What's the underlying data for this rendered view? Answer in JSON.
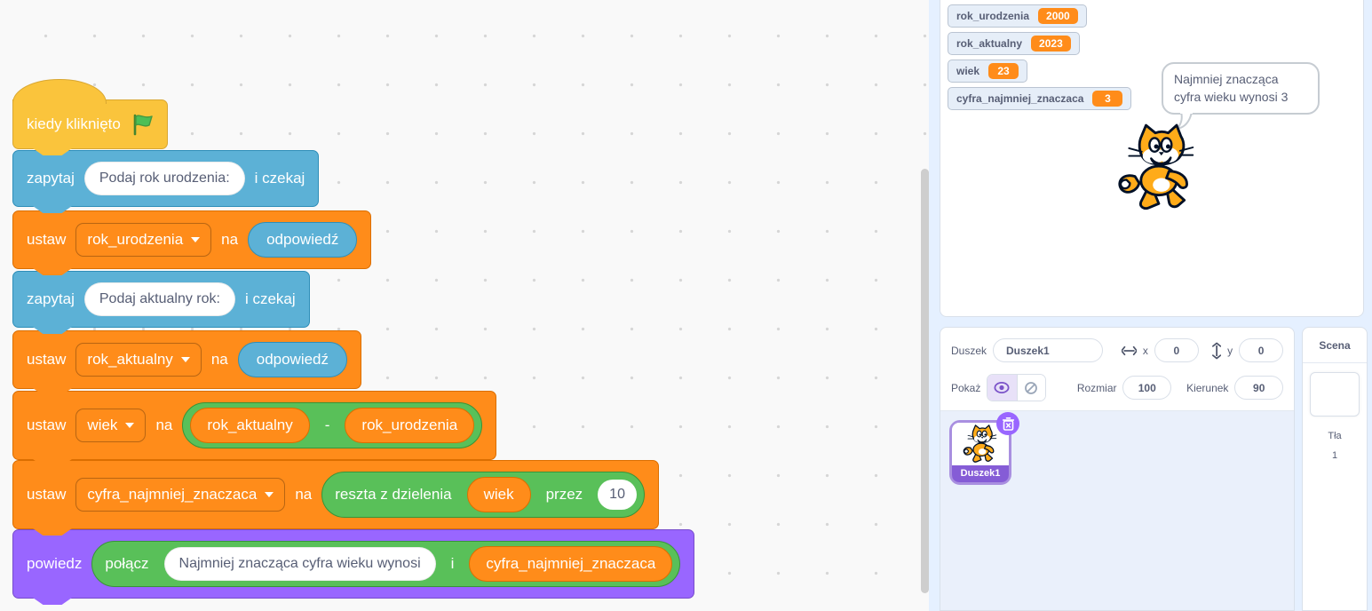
{
  "colors": {
    "events_yellow": "#FAC43C",
    "sensing_blue": "#5CB1D6",
    "variables_orange": "#FF8C1A",
    "operators_green": "#59C059",
    "looks_purple": "#9966FF",
    "background": "#E5F0FF",
    "workspace": "#F9F9F9"
  },
  "script": {
    "hat": {
      "label": "kiedy kliknięto"
    },
    "ask_birth": {
      "verb": "zapytaj",
      "question": "Podaj rok urodzenia:",
      "suffix": "i czekaj"
    },
    "set_birth": {
      "verb": "ustaw",
      "variable": "rok_urodzenia",
      "prep": "na",
      "value": "odpowiedź"
    },
    "ask_year": {
      "verb": "zapytaj",
      "question": "Podaj aktualny rok:",
      "suffix": "i czekaj"
    },
    "set_year": {
      "verb": "ustaw",
      "variable": "rok_aktualny",
      "prep": "na",
      "value": "odpowiedź"
    },
    "set_age": {
      "verb": "ustaw",
      "variable": "wiek",
      "prep": "na",
      "operand1": "rok_aktualny",
      "operator": "-",
      "operand2": "rok_urodzenia"
    },
    "set_digit": {
      "verb": "ustaw",
      "variable": "cyfra_najmniej_znaczaca",
      "prep": "na",
      "mod_label": "reszta z dzielenia",
      "mod_var": "wiek",
      "mod_by": "przez",
      "mod_value": "10"
    },
    "say": {
      "verb": "powiedz",
      "join_label": "połącz",
      "join_text": "Najmniej znacząca cyfra wieku wynosi",
      "join_conj": "i",
      "join_var": "cyfra_najmniej_znaczaca"
    }
  },
  "stage": {
    "monitors": [
      {
        "name": "rok_urodzenia",
        "value": "2000"
      },
      {
        "name": "rok_aktualny",
        "value": "2023"
      },
      {
        "name": "wiek",
        "value": "23"
      },
      {
        "name": "cyfra_najmniej_znaczaca",
        "value": "3"
      }
    ],
    "speech": "Najmniej znacząca cyfra wieku wynosi 3"
  },
  "sprite_panel": {
    "sprite_label": "Duszek",
    "sprite_name": "Duszek1",
    "x_label": "x",
    "x_value": "0",
    "y_label": "y",
    "y_value": "0",
    "show_label": "Pokaż",
    "size_label": "Rozmiar",
    "size_value": "100",
    "direction_label": "Kierunek",
    "direction_value": "90"
  },
  "sprite_list": {
    "sprite_name": "Duszek1"
  },
  "stage_panel": {
    "title": "Scena",
    "backdrops_label": "Tła",
    "backdrops_count": "1"
  }
}
